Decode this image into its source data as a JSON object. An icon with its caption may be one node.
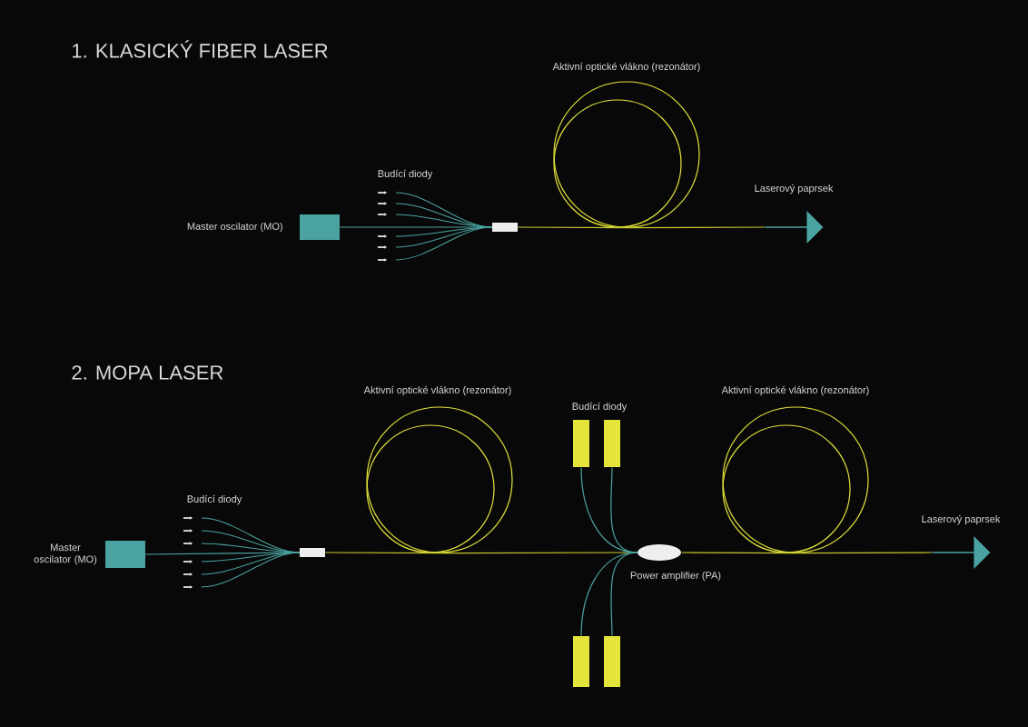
{
  "diagram": {
    "nodes": [
      {
        "text": [],
        "shape": "box",
        "beside": [
          "Master oscilator (MO)"
        ]
      },
      {
        "text": [],
        "shape": "box"
      },
      {
        "text": [],
        "shape": "circle",
        "beside": [
          "Aktivní optické vlákno (rezonátor)"
        ]
      },
      {
        "text": [],
        "shape": "arrow",
        "beside": [
          "Laserový paprsek"
        ]
      },
      {
        "text": [],
        "shape": "box",
        "beside": [
          "Master oscilator (MO)"
        ]
      },
      {
        "text": [],
        "shape": "box"
      },
      {
        "text": [],
        "shape": "circle",
        "beside": [
          "Aktivní optické vlákno (rezonátor)"
        ]
      },
      {
        "text": [],
        "shape": "box"
      },
      {
        "text": [],
        "shape": "box"
      },
      {
        "text": [],
        "shape": "ellipse",
        "beside": [
          "Power amplifier (PA)"
        ]
      },
      {
        "text": [],
        "shape": "box"
      },
      {
        "text": [],
        "shape": "box"
      },
      {
        "text": [],
        "shape": "circle",
        "beside": [
          "Aktivní optické vlákno (rezonátor)"
        ]
      },
      {
        "text": [],
        "shape": "arrow",
        "beside": [
          "Laserový paprsek"
        ]
      }
    ],
    "edges": [
      {
        "from": 0,
        "to": 1,
        "arrow": "none",
        "color": "#4aa3a0"
      },
      {
        "from": 1,
        "to": 2,
        "arrow": "none",
        "color": "#c8c832"
      },
      {
        "from": 2,
        "to": 3,
        "arrow": "none",
        "color": "#c8c832"
      },
      {
        "from": 4,
        "to": 5,
        "arrow": "none",
        "color": "#4aa3a0"
      },
      {
        "from": 5,
        "to": 6,
        "arrow": "none",
        "color": "#c8c832"
      },
      {
        "from": 6,
        "to": 9,
        "arrow": "none",
        "color": "#c8c832"
      },
      {
        "from": 7,
        "to": 9,
        "arrow": "none",
        "color": "#4aa3a0"
      },
      {
        "from": 8,
        "to": 9,
        "arrow": "none",
        "color": "#4aa3a0"
      },
      {
        "from": 10,
        "to": 9,
        "arrow": "none",
        "color": "#4aa3a0"
      },
      {
        "from": 11,
        "to": 9,
        "arrow": "none",
        "color": "#4aa3a0"
      },
      {
        "from": 9,
        "to": 12,
        "arrow": "none",
        "color": "#c8c832"
      },
      {
        "from": 12,
        "to": 13,
        "arrow": "none",
        "color": "#c8c832"
      }
    ],
    "labels": [
      "1. KLASICKÝ FIBER LASER",
      "Budící diody",
      "2. MOPA LASER",
      "Budící diody",
      "Budící diody"
    ]
  }
}
